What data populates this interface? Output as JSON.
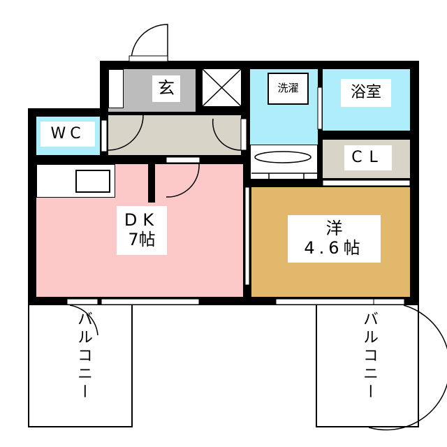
{
  "rooms": {
    "entrance": "玄",
    "wc": "WC",
    "washing": "洗濯",
    "bath": "浴室",
    "closet": "CL",
    "dk_name": "DK",
    "dk_size": "7帖",
    "western_name": "洋",
    "western_size": "4.6帖",
    "balcony_left": "バルコニー",
    "balcony_right": "バルコニー"
  },
  "colors": {
    "wall": "#000000",
    "entrance": "#bcbcbc",
    "hall": "#d8d5c8",
    "water": "#aeeefa",
    "dk": "#fcc8c8",
    "western": "#e1b86c",
    "closet": "#d8d5c8"
  }
}
